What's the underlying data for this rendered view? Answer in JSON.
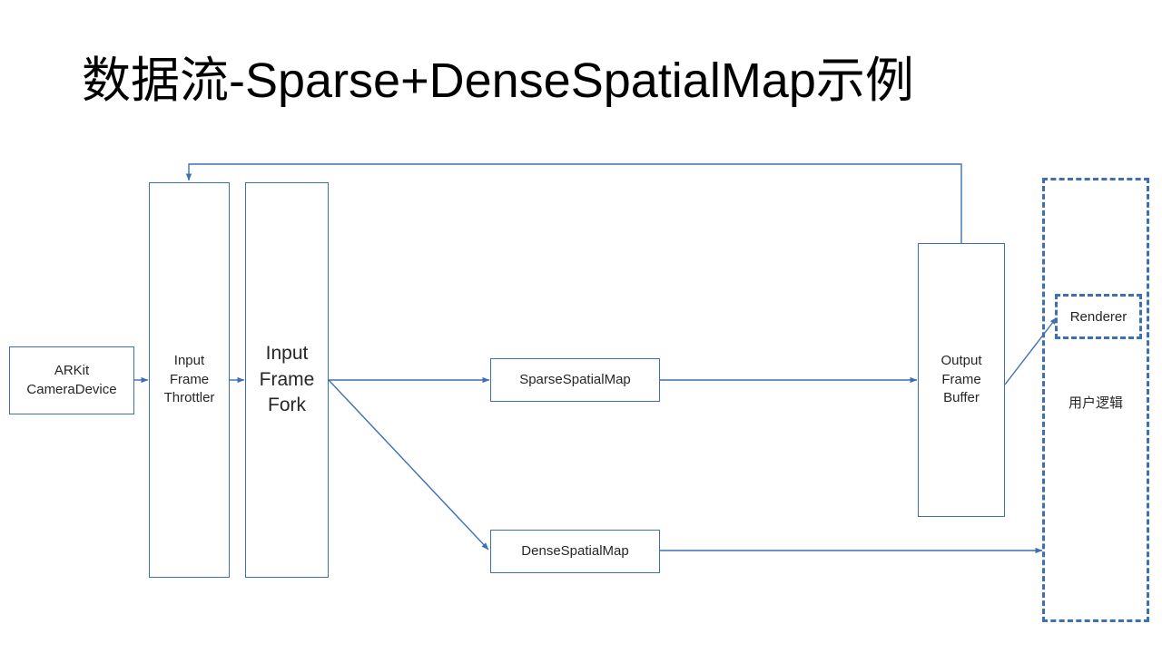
{
  "slide": {
    "title": "数据流-Sparse+DenseSpatialMap示例",
    "background": "#ffffff",
    "accent_color": "#3d6fb4",
    "text_color": "#262626"
  },
  "nodes": {
    "arkit": {
      "label": "ARKit\nCameraDevice"
    },
    "throttler": {
      "label": "Input\nFrame\nThrottler"
    },
    "fork": {
      "label": "Input\nFrame\nFork"
    },
    "sparse": {
      "label": "SparseSpatialMap"
    },
    "dense": {
      "label": "DenseSpatialMap"
    },
    "output": {
      "label": "Output\nFrame\nBuffer"
    },
    "renderer": {
      "label": "Renderer"
    }
  },
  "groups": {
    "user_logic": {
      "label": "用户逻辑"
    }
  },
  "connections": [
    {
      "name": "arkit-to-throttler",
      "from": "arkit",
      "to": "throttler",
      "style": "solid-arrow"
    },
    {
      "name": "throttler-to-fork",
      "from": "throttler",
      "to": "fork",
      "style": "solid-arrow"
    },
    {
      "name": "fork-to-sparse",
      "from": "fork",
      "to": "sparse",
      "style": "solid-arrow"
    },
    {
      "name": "fork-to-dense",
      "from": "fork",
      "to": "dense",
      "style": "solid-arrow-diagonal"
    },
    {
      "name": "sparse-to-output",
      "from": "sparse",
      "to": "output",
      "style": "solid-arrow"
    },
    {
      "name": "dense-to-user-logic",
      "from": "dense",
      "to": "user_logic",
      "style": "solid-arrow"
    },
    {
      "name": "output-to-renderer",
      "from": "output",
      "to": "renderer",
      "style": "solid-arrow-diagonal"
    },
    {
      "name": "output-feedback-to-throttler",
      "from": "output",
      "to": "throttler",
      "style": "solid-arrow-routed"
    }
  ]
}
